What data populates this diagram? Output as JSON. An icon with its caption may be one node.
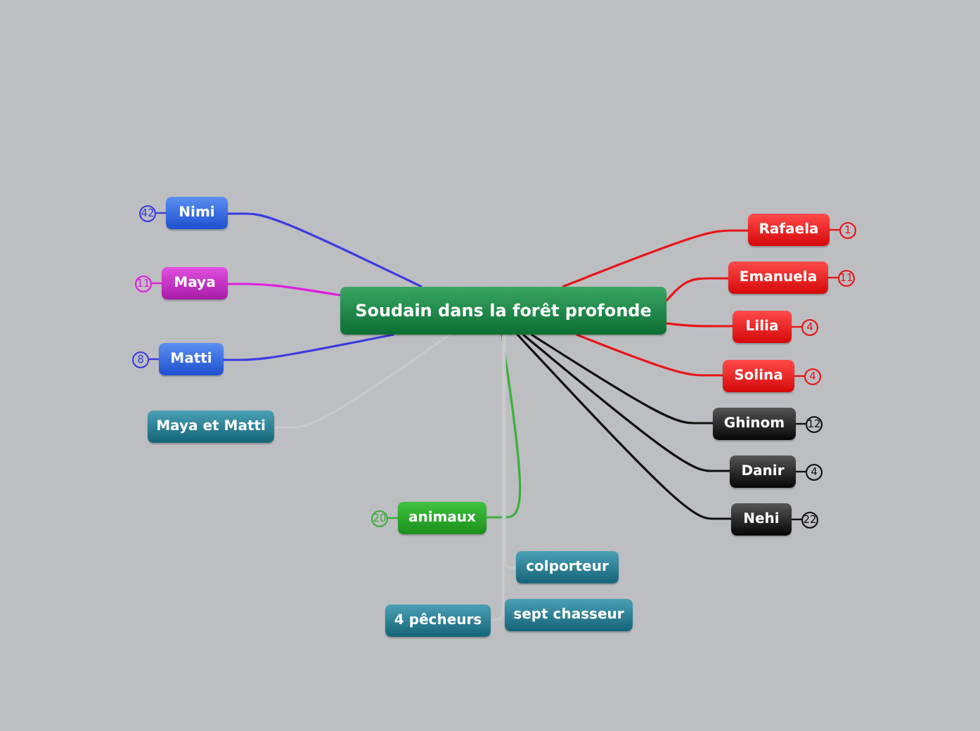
{
  "diagram": {
    "nodes": [
      {
        "text": [
          "Soudain dans la forêt profonde"
        ]
      },
      {
        "text": [
          "Nimi"
        ],
        "beside": [
          "42"
        ]
      },
      {
        "text": [
          "Maya"
        ],
        "beside": [
          "11"
        ]
      },
      {
        "text": [
          "Matti"
        ],
        "beside": [
          "8"
        ]
      },
      {
        "text": [
          "Maya et Matti"
        ]
      },
      {
        "text": [
          "Rafaela"
        ],
        "beside": [
          "1"
        ]
      },
      {
        "text": [
          "Emanuela"
        ],
        "beside": [
          "11"
        ]
      },
      {
        "text": [
          "Lilia"
        ],
        "beside": [
          "4"
        ]
      },
      {
        "text": [
          "Solina"
        ],
        "beside": [
          "4"
        ]
      },
      {
        "text": [
          "Ghinom"
        ],
        "beside": [
          "12"
        ]
      },
      {
        "text": [
          "Danir"
        ],
        "beside": [
          "4"
        ]
      },
      {
        "text": [
          "Nehi"
        ],
        "beside": [
          "22"
        ]
      },
      {
        "text": [
          "animaux"
        ],
        "beside": [
          "20"
        ]
      },
      {
        "text": [
          "colporteur"
        ]
      },
      {
        "text": [
          "sept chasseur"
        ]
      },
      {
        "text": [
          "4 pêcheurs"
        ]
      }
    ],
    "edges": [
      {
        "from": 0,
        "to": 1,
        "arrow": "none",
        "color": "#3b3be0"
      },
      {
        "from": 0,
        "to": 2,
        "arrow": "none",
        "color": "#e01ee0"
      },
      {
        "from": 0,
        "to": 3,
        "arrow": "none",
        "color": "#3b3be0"
      },
      {
        "from": 0,
        "to": 4,
        "arrow": "none",
        "color": "#c9c9cc"
      },
      {
        "from": 0,
        "to": 5,
        "arrow": "none",
        "color": "#e81515"
      },
      {
        "from": 0,
        "to": 6,
        "arrow": "none",
        "color": "#e81515"
      },
      {
        "from": 0,
        "to": 7,
        "arrow": "none",
        "color": "#e81515"
      },
      {
        "from": 0,
        "to": 8,
        "arrow": "none",
        "color": "#e81515"
      },
      {
        "from": 0,
        "to": 9,
        "arrow": "none",
        "color": "#111111"
      },
      {
        "from": 0,
        "to": 10,
        "arrow": "none",
        "color": "#111111"
      },
      {
        "from": 0,
        "to": 11,
        "arrow": "none",
        "color": "#111111"
      },
      {
        "from": 0,
        "to": 12,
        "arrow": "none",
        "color": "#3caf3c"
      },
      {
        "from": 0,
        "to": 13,
        "arrow": "none",
        "color": "#c9c9cc"
      },
      {
        "from": 0,
        "to": 14,
        "arrow": "none",
        "color": "#c9c9cc"
      },
      {
        "from": 0,
        "to": 15,
        "arrow": "none",
        "color": "#c9c9cc"
      }
    ]
  }
}
